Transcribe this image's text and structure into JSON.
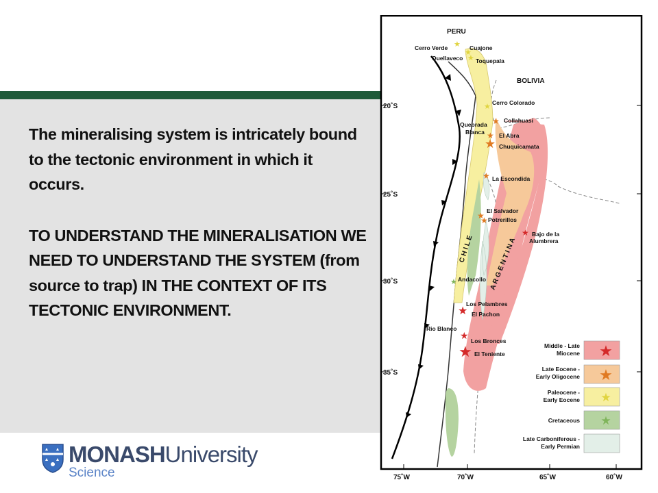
{
  "slide": {
    "paragraph1": "The mineralising system is intricately bound to the tectonic environment in which it occurs.",
    "paragraph2": "TO UNDERSTAND THE MINERALISATION WE NEED TO UNDERSTAND THE SYSTEM (from source to trap) IN THE CONTEXT OF ITS TECTONIC ENVIRONMENT."
  },
  "logo": {
    "monash": "MONASH",
    "university": "University",
    "science": "Science"
  },
  "map": {
    "countries": {
      "peru": "PERU",
      "bolivia": "BOLIVIA",
      "chile": "C H I L E",
      "argentina": "A R G E N T I N A"
    },
    "latitudes": [
      "20˚S",
      "25˚S",
      "30˚S",
      "35˚S"
    ],
    "longitudes": [
      "75˚W",
      "70˚W",
      "65˚W",
      "60˚W"
    ],
    "deposits": [
      {
        "name": "Cerro Verde",
        "age": "paleocene"
      },
      {
        "name": "Cuajone",
        "age": "paleocene"
      },
      {
        "name": "Quellaveco",
        "age": "paleocene"
      },
      {
        "name": "Toquepala",
        "age": "paleocene"
      },
      {
        "name": "Cerro Colorado",
        "age": "paleocene"
      },
      {
        "name": "Collahuasi",
        "age": "eocene"
      },
      {
        "name": "Quebrada Blanca",
        "age": "eocene"
      },
      {
        "name": "El Abra",
        "age": "eocene"
      },
      {
        "name": "Chuquicamata",
        "age": "eocene"
      },
      {
        "name": "La Escondida",
        "age": "eocene"
      },
      {
        "name": "El Salvador",
        "age": "eocene"
      },
      {
        "name": "Potrerillos",
        "age": "eocene"
      },
      {
        "name": "Bajo de la Alumbrera",
        "age": "miocene"
      },
      {
        "name": "Andacollo",
        "age": "cretaceous"
      },
      {
        "name": "Los Pelambres",
        "age": "miocene"
      },
      {
        "name": "El Pachon",
        "age": "miocene"
      },
      {
        "name": "Rio Blanco",
        "age": "miocene"
      },
      {
        "name": "Los Bronces",
        "age": "miocene"
      },
      {
        "name": "El Teniente",
        "age": "miocene"
      }
    ],
    "legend": [
      {
        "label1": "Middle - Late",
        "label2": "Miocene",
        "fill": "#f2a1a1",
        "star": "#d42a2a"
      },
      {
        "label1": "Late Eocene -",
        "label2": "Early Oligocene",
        "fill": "#f6c99a",
        "star": "#e07a22"
      },
      {
        "label1": "Paleocene -",
        "label2": "Early Eocene",
        "fill": "#f7efa0",
        "star": "#e0d440"
      },
      {
        "label1": "Cretaceous",
        "label2": "",
        "fill": "#b5d3a0",
        "star": "#7fb45a"
      },
      {
        "label1": "Late Carboniferous -",
        "label2": "Early Permian",
        "fill": "#e3efe8",
        "star": ""
      }
    ]
  }
}
